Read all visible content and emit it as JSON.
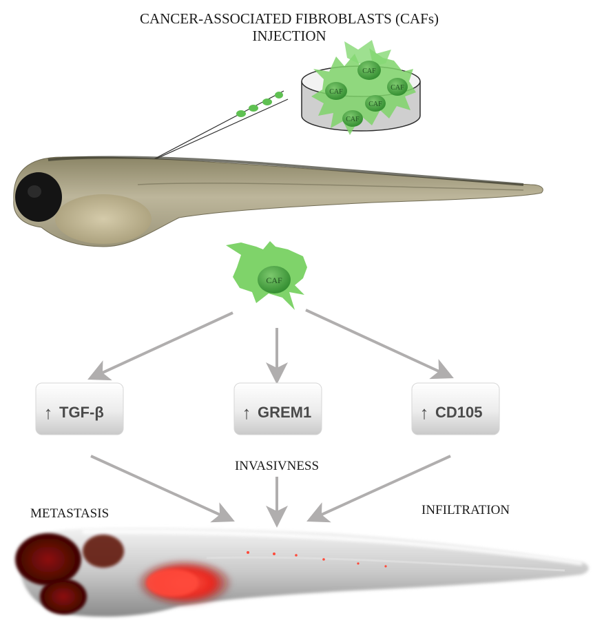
{
  "title": {
    "line1": "CANCER-ASSOCIATED FIBROBLASTS (CAFs)",
    "line2": "INJECTION"
  },
  "cell_label": "CAF",
  "dish_cells": [
    "CAF",
    "CAF",
    "CAF",
    "CAF",
    "CAF"
  ],
  "markers": [
    {
      "label": "TGF-β",
      "arrow": "↑"
    },
    {
      "label": "GREM1",
      "arrow": "↑"
    },
    {
      "label": "CD105",
      "arrow": "↑"
    }
  ],
  "outcomes": {
    "left": "METASTASIS",
    "center": "INVASIVNESS",
    "right": "INFILTRATION"
  },
  "colors": {
    "caf_green": "#7fd36a",
    "caf_nucleus": "#3e9a3a",
    "arrow_gray": "#b0aeae",
    "fluorescence_red": "#e8241c"
  }
}
